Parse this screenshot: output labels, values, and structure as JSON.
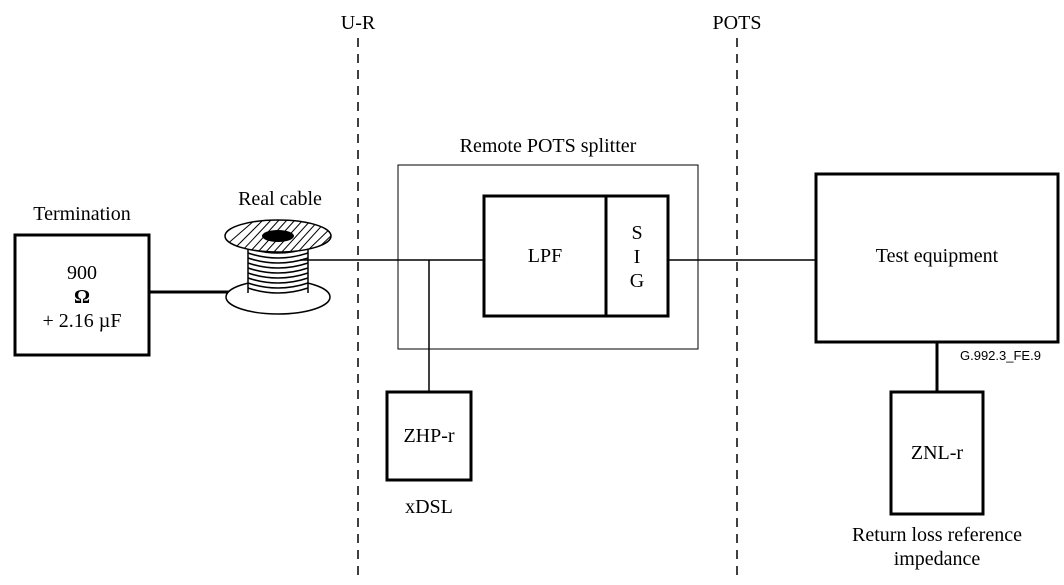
{
  "interfaces": {
    "ur": "U-R",
    "pots": "POTS"
  },
  "termination": {
    "title": "Termination",
    "value": "900",
    "unit": "Ω",
    "cap": "+ 2.16 µF"
  },
  "cable": {
    "label": "Real cable"
  },
  "splitter": {
    "title": "Remote POTS splitter",
    "lpf": "LPF",
    "sig": [
      "S",
      "I",
      "G"
    ]
  },
  "zhp": {
    "label": "ZHP-r",
    "caption": "xDSL"
  },
  "test_equipment": {
    "label": "Test equipment"
  },
  "znl": {
    "label": "ZNL-r",
    "caption_line1": "Return loss reference",
    "caption_line2": "impedance"
  },
  "figure_id": "G.992.3_FE.9",
  "colors": {
    "line": "#000000",
    "background": "#ffffff"
  }
}
